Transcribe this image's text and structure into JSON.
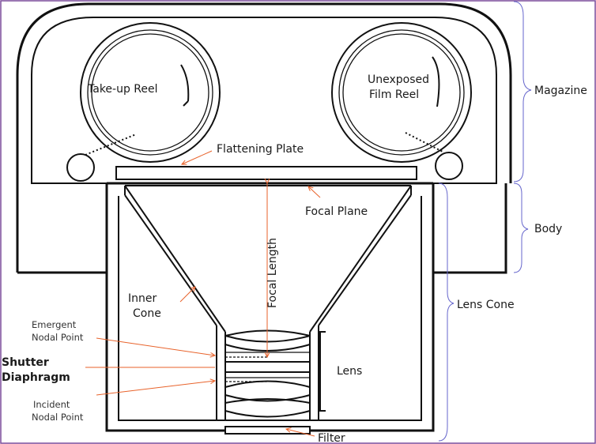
{
  "colors": {
    "outline": "#111111",
    "annotation": "#e8622a",
    "brace": "#6666cc",
    "frame": "#7a4a9a"
  },
  "diagram": {
    "reels": {
      "take_up": "Take-up Reel",
      "unexposed_line1": "Unexposed",
      "unexposed_line2": "Film Reel"
    },
    "labels": {
      "flattening_plate": "Flattening Plate",
      "focal_plane": "Focal Plane",
      "focal_length": "Focal Length",
      "inner_cone_line1": "Inner",
      "inner_cone_line2": "Cone",
      "emergent_line1": "Emergent",
      "emergent_line2": "Nodal Point",
      "shutter_line1": "Shutter",
      "shutter_line2": "Diaphragm",
      "incident_line1": "Incident",
      "incident_line2": "Nodal Point",
      "lens": "Lens",
      "filter": "Filter"
    },
    "sections": {
      "magazine": "Magazine",
      "body": "Body",
      "lens_cone": "Lens Cone"
    }
  }
}
